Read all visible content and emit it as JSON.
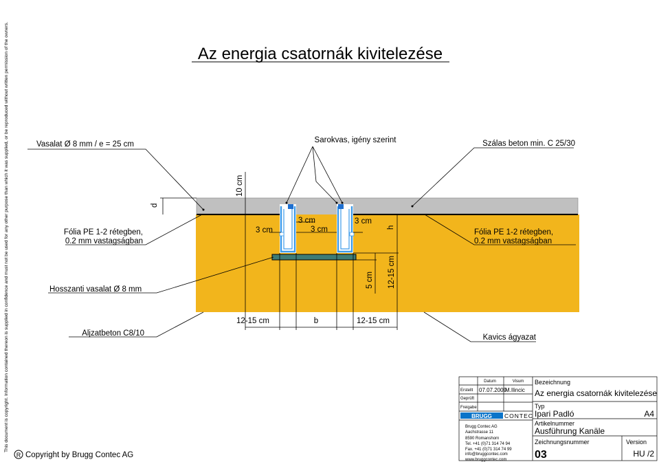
{
  "title": "Az energia csatornák kivitelezése",
  "side_note": "This document is copyright. Information contained thereon is supplied in confidence and must not be used for any other purpose than which it was supplied, or be reproduced without written permission of the owners.",
  "copyright": {
    "symbol": "R",
    "text": "Copyright by Brugg Contec AG"
  },
  "labels": {
    "vasalat": "Vasalat Ø 8 mm / e = 25 cm",
    "sarokvas": "Sarokvas, igény szerint",
    "szalas_beton": "Szálas beton min. C 25/30",
    "folia_left_1": "Fólia PE 1-2 rétegben,",
    "folia_left_2": "0.2 mm vastagságban",
    "folia_right_1": "Fólia PE 1-2 rétegben,",
    "folia_right_2": "0.2 mm vastagságban",
    "hosszanti": "Hosszanti vasalat Ø 8 mm",
    "aljzatbeton": "Aljzatbeton C8/10",
    "kavics": "Kavics ágyazat"
  },
  "dimensions": {
    "d": "d",
    "ten_cm": "10 cm",
    "three_cm_left": "3 cm",
    "three_cm_mid_top": "3 cm",
    "three_cm_mid": "3 cm",
    "three_cm_right": "3 cm",
    "h": "h",
    "five_cm": "5 cm",
    "twelve15_vert": "12-15 cm",
    "twelve15_left": "12-15 cm",
    "b": "b",
    "twelve15_right": "12-15 cm"
  },
  "title_block": {
    "col_date": "Datum",
    "col_name": "Visum",
    "row_erstellt": "Erstellt",
    "row_geprueft": "Geprüft",
    "row_freigabe": "Freigabe",
    "erstellt_date": "07.07.2009",
    "erstellt_visum": "M.Ilincic",
    "logo_left": "BRUGG",
    "logo_right": "CONTEC",
    "company": "Brugg Contec AG",
    "street": "Aachstrasse 11",
    "city": "8590 Romanshorn",
    "tel": "Tel. +41 (0)71 314 74 94",
    "fax": "Fax. +41 (0)71 314 74 99",
    "email": "info@bruggcontec.com",
    "web": "www.bruggcontec.com",
    "bezeichnung_label": "Bezeichnung",
    "bezeichnung_value": "Az energia csatornák kivitelezése",
    "typ_label": "Typ",
    "typ_value": "Ipari Padló",
    "format": "A4",
    "artikel_label": "Artikelnummer",
    "artikel_value": "Ausführung Kanäle",
    "zeichnungs_label": "Zeichnungsnummer",
    "zeichnungs_value": "03",
    "version_label": "Version",
    "version_value": "HU /2"
  },
  "colors": {
    "subgrade": "#f2b51c",
    "slab": "#c0c0c0",
    "channel": "#3d9be9",
    "base_plate": "#3f7c75",
    "logo": "#0b74c9"
  }
}
